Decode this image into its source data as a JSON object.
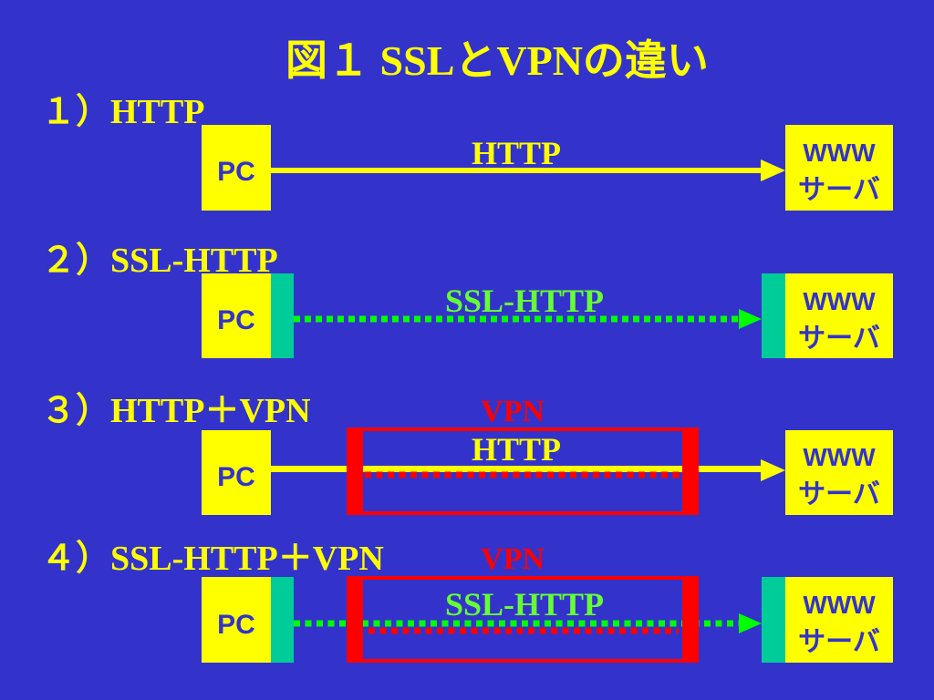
{
  "title": "図１ SSLとVPNの違い",
  "colors": {
    "background": "#3333cc",
    "yellow": "#ffff00",
    "green": "#00cc99",
    "ssl": "#00ff00",
    "ssl_text": "#66ff33",
    "vpn": "#ff0000"
  },
  "sections": [
    {
      "label": "１）HTTP",
      "flow_label": "HTTP",
      "pc": "PC",
      "server_line1": "WWW",
      "server_line2": "サーバ"
    },
    {
      "label": "２）SSL-HTTP",
      "flow_label": "SSL-HTTP",
      "pc": "PC",
      "server_line1": "WWW",
      "server_line2": "サーバ"
    },
    {
      "label": "３）HTTP＋VPN",
      "flow_label": "HTTP",
      "vpn_label": "VPN",
      "pc": "PC",
      "server_line1": "WWW",
      "server_line2": "サーバ"
    },
    {
      "label": "４）SSL-HTTP＋VPN",
      "flow_label": "SSL-HTTP",
      "vpn_label": "VPN",
      "pc": "PC",
      "server_line1": "WWW",
      "server_line2": "サーバ"
    }
  ]
}
